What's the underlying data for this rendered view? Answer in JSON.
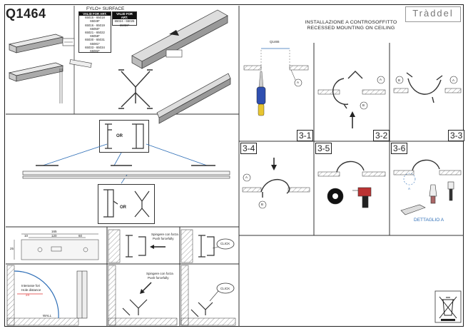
{
  "doc": {
    "code": "Q1464",
    "brand": "Tràddel",
    "product_title": "FYLO+ SURFACE",
    "install_title_it": "INSTALLAZIONE A CONTROSOFFITTO",
    "install_title_en": "RECESSED MOUNTING ON CEILING"
  },
  "tables": {
    "left_header": "VALID FOR ART.",
    "left_items": [
      "65015 - 65018",
      "65049*",
      "65016 - 65019",
      "65050*",
      "65021 - 65022",
      "65058*",
      "65030 - 65031",
      "65081*",
      "65033 - 65034",
      "65082*"
    ],
    "right_header": "VALID FOR ART.",
    "right_items": [
      "65024 - 65025",
      "65059*"
    ]
  },
  "labels": {
    "or_1": "OR",
    "or_2": "OR",
    "dim_165": "165",
    "dim_120": "120",
    "dim_60": "60",
    "dim_10": "10",
    "dim_25": "25",
    "dim_24": "24",
    "dim_q1465": "Q1465",
    "callout_a": "A",
    "callout_b": "B",
    "push_it_1": "Spingere con forza",
    "push_en_1": "Push forcefully",
    "push_it_2": "Spingere con forza",
    "push_en_2": "Push forcefully",
    "click_1": "CLICK",
    "click_2": "CLICK",
    "hole_it": "Interasse fori",
    "hole_en": "Hole distance",
    "wall": "WALL",
    "dettaglio": "DETTAGLIO A"
  },
  "steps": [
    "3-1",
    "3-2",
    "3-3",
    "3-4",
    "3-5",
    "3-6"
  ],
  "colors": {
    "line": "#222222",
    "accent_blue": "#2f6fb7",
    "hatch": "#555555"
  }
}
